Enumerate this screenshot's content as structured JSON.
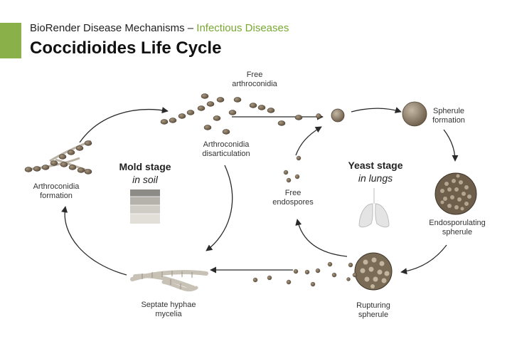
{
  "header": {
    "prefix": "BioRender Disease Mechanisms – ",
    "category": "Infectious Diseases",
    "title": "Coccidioides Life Cycle"
  },
  "stages": {
    "mold": {
      "name": "Mold stage",
      "location": "in soil"
    },
    "yeast": {
      "name": "Yeast stage",
      "location": "in lungs"
    }
  },
  "labels": {
    "free_arthroconidia": "Free\narthroconidia",
    "arthroconidia_disarticulation": "Arthroconidia\ndisarticulation",
    "arthroconidia_formation": "Arthroconidia\nformation",
    "septate_hyphae": "Septate hyphae\nmycelia",
    "spherule_formation": "Spherule\nformation",
    "endosporulating_spherule": "Endosporulating\nspherule",
    "rupturing_spherule": "Rupturing\nspherule",
    "free_endospores": "Free\nendospores"
  },
  "colors": {
    "accent": "#8ab04a",
    "accent_text": "#78a832",
    "arrow": "#2a2a2a",
    "spore": "#8a7a62",
    "spherule": "#7d6d58"
  }
}
